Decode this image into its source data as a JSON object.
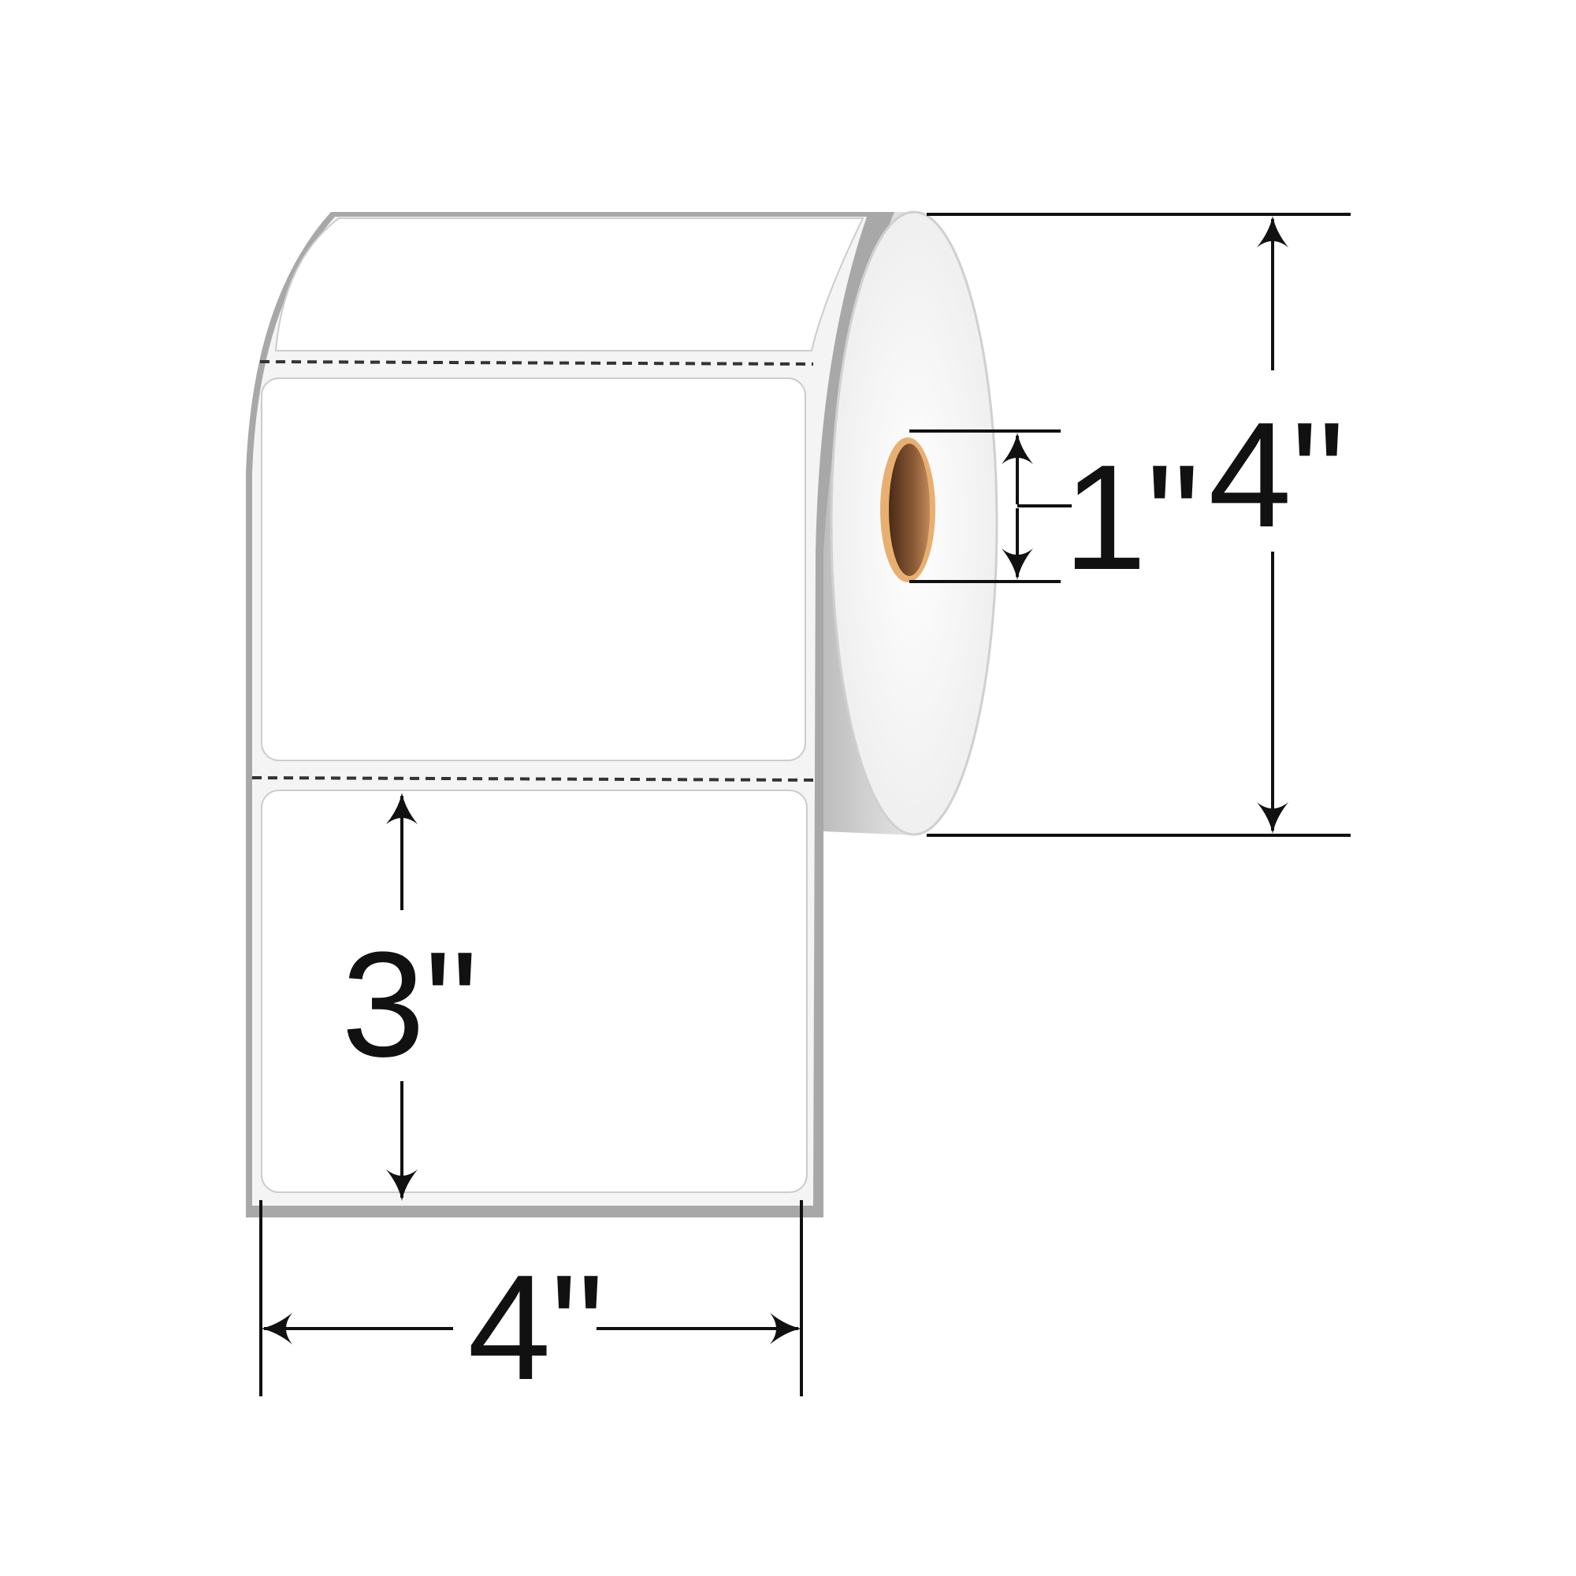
{
  "diagram": {
    "labels": {
      "roll_width": "4\"",
      "label_height": "3\"",
      "core_diameter": "1\"",
      "roll_diameter": "4\""
    },
    "colors": {
      "line": "#111111",
      "roll_edge": "#9a9a9a",
      "core": "#7a4a2a",
      "core_rim": "#e8b070"
    }
  }
}
